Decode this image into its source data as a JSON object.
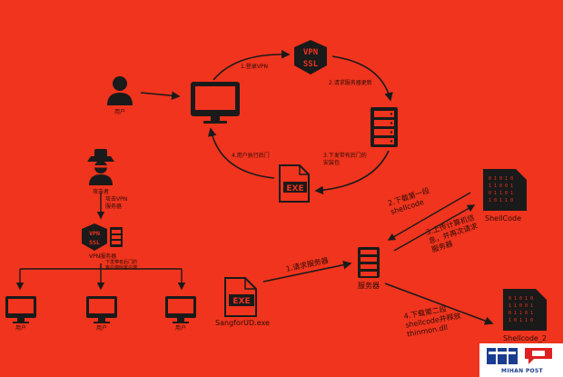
{
  "labels": {
    "user_top": "用户",
    "step_login_vpn": "1.登录VPN",
    "step_request_server": "2.请求服务器更新",
    "step_download_update": "3.下发带有后门的\n安装包",
    "step_run_client": "4.用户执行后门",
    "exe_top": "EXE",
    "vpn_top_line1": "VPN",
    "vpn_top_line2": "SSL",
    "hacker": "攻击者",
    "hacker_step": "攻击VPN\n服务器",
    "vpn_server_label": "VPN服务器",
    "vpn_server_step": "下发带有后门的\n客户端给客户端",
    "client_1": "用户",
    "client_2": "用户",
    "client_3": "用户",
    "exe_bottom": "EXE",
    "exe_bottom_name": "SangforUD.exe",
    "step_b1": "1.请求服务器",
    "server_bottom": "服务器",
    "step_b2": "2.下载第一段\nshellcode",
    "step_b3": "3.上传计算机信\n息，并再次请求\n服务器",
    "step_b4": "4.下载第二段\nshellcode并释放\nthinmon.dll",
    "shellcode_1": "ShellCode",
    "shellcode_2": "Shellcode_2",
    "logo_text": "MIHAN POST"
  },
  "colors": {
    "background": "#f0341d",
    "ink": "#1a1a1a",
    "logo_blue": "#1b3d8f",
    "logo_red": "#e02020"
  },
  "icons": {
    "user": "user-icon",
    "monitor": "monitor-icon",
    "server": "server-icon",
    "exe": "exe-file-icon",
    "vpn": "vpn-ssl-icon",
    "hacker": "hacker-icon",
    "shellcode": "binary-file-icon"
  }
}
